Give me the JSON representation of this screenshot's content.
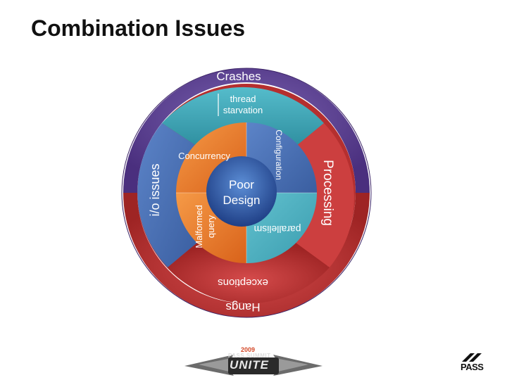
{
  "slide": {
    "title": "Combination Issues"
  },
  "wheel": {
    "outer": {
      "top": "Crashes",
      "bottom": "Hangs"
    },
    "middle": {
      "thread_starvation_line1": "thread",
      "thread_starvation_line2": "starvation",
      "exceptions": "exceptions",
      "io_issues": "i/o issues",
      "processing": "Processing"
    },
    "inner": {
      "concurrency": "Concurrency",
      "configuration": "Configuration",
      "malformed_line1": "Malformed",
      "malformed_line2": "query",
      "parallelism": "parallelism"
    },
    "center": {
      "line1": "Poor",
      "line2": "Design"
    },
    "colors": {
      "purple": "#5a3e8f",
      "red": "#c23a3a",
      "teal": "#3fa9b8",
      "blue": "#4a6fb5",
      "orange": "#ef7d2a",
      "grey": "#8a8a8a"
    }
  },
  "logos": {
    "event_year": "2009",
    "event_name": "PASS SUMMIT",
    "event_theme": "UNITE",
    "org": "PASS"
  }
}
